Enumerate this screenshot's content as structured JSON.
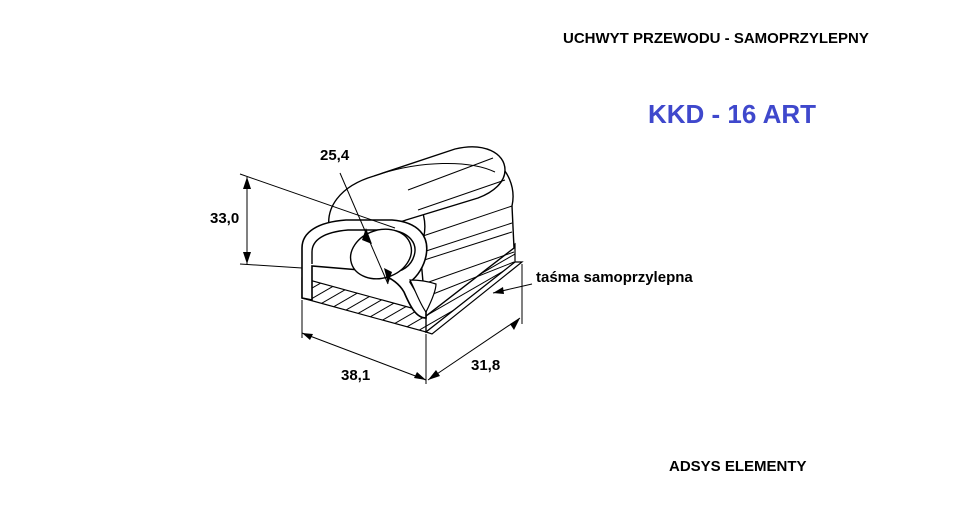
{
  "header": {
    "title": "UCHWYT PRZEWODU - SAMOPRZYLEPNY"
  },
  "product": {
    "code": "KKD - 16 ART",
    "code_color": "#3f48cc"
  },
  "dimensions": {
    "inner_diameter": "25,4",
    "height": "33,0",
    "width": "38,1",
    "depth": "31,8"
  },
  "labels": {
    "adhesive_tape": "taśma samoprzylepna"
  },
  "footer": {
    "brand": "ADSYS ELEMENTY"
  }
}
